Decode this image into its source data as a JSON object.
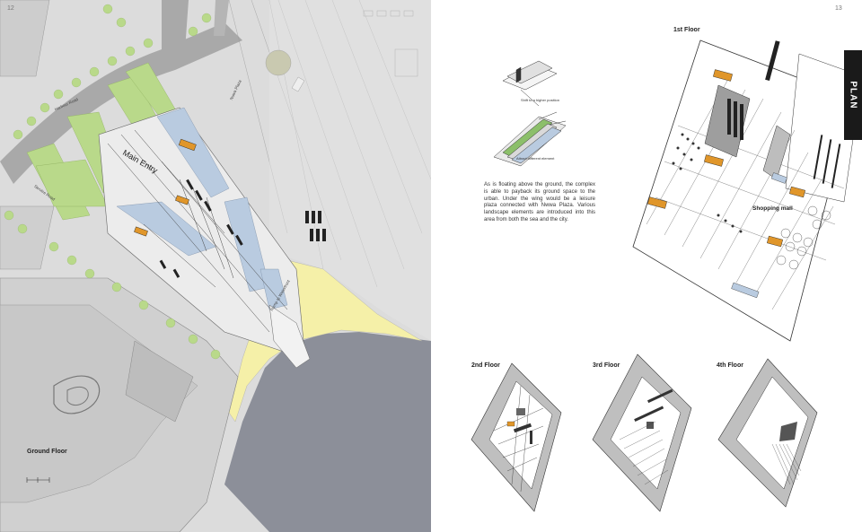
{
  "pages": {
    "left_number": "12",
    "right_number": "13"
  },
  "left": {
    "main_entry": "Main Entry",
    "ground_floor": "Ground Floor",
    "plaza_label": "Nuwa Plaza",
    "ramp_label": "Ramp to Waterfront",
    "road_label_1": "Harbour Road",
    "road_label_2": "Service Road"
  },
  "right": {
    "tab_label": "PLAN",
    "first_floor": "1st Floor",
    "second_floor": "2nd Floor",
    "third_floor": "3rd Floor",
    "fourth_floor": "4th Floor",
    "shopping_mall": "Shopping mall",
    "diagram_caption_1": "Shift to a higher position",
    "diagram_caption_2": "Attract different element",
    "description": "As is floating above the ground, the complex is able to payback its ground space to the urban. Under the wing would be a leisure plaza connected with Nwwa Plaza. Various landscape elements are introduced into this area from both the sea and the city."
  },
  "colors": {
    "sea": "#8c8f99",
    "ground": "#dcdcdc",
    "greenery": "#b9d98a",
    "water_feature": "#b9cbe0",
    "beach": "#f5f0a8",
    "accent_orange": "#e0962a",
    "tab": "#1a1a1a"
  }
}
